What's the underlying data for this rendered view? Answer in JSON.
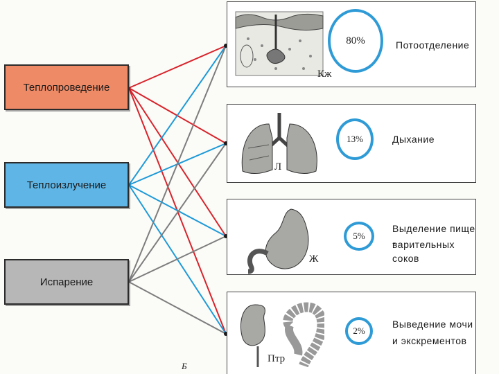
{
  "mechanisms": [
    {
      "label": "Теплопроведение",
      "color": "#ef8a66",
      "line_color": "#d8232a"
    },
    {
      "label": "Теплоизлучение",
      "color": "#5fb6e6",
      "line_color": "#1d9ad8"
    },
    {
      "label": "Испарение",
      "color": "#b7b7b7",
      "line_color": "#7d7d7d"
    }
  ],
  "pathways": [
    {
      "percent": "80%",
      "text1": "Потоотделение",
      "text2": "",
      "organ_letter": "Кж",
      "organ_icon": "skin-icon"
    },
    {
      "percent": "13%",
      "text1": "Дыхание",
      "text2": "",
      "organ_letter": "Л",
      "organ_icon": "lungs-icon"
    },
    {
      "percent": "5%",
      "text1": "Выделение пище -",
      "text2": "варительных соков",
      "organ_letter": "Ж",
      "organ_icon": "stomach-icon"
    },
    {
      "percent": "2%",
      "text1": "Выведение мочи",
      "text2": "и экскрементов",
      "organ_letter": "Птр",
      "organ_icon": "intestine-icon"
    }
  ],
  "figure_label": "Б"
}
